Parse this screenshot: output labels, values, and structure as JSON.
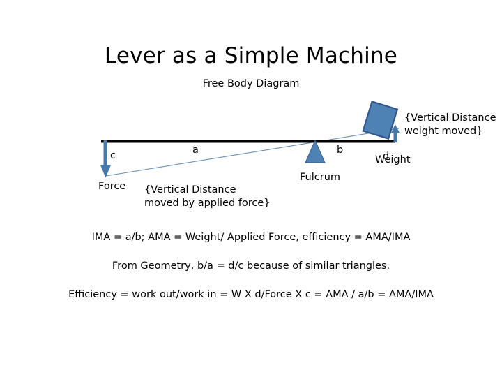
{
  "slide": {
    "title": "Lever as a Simple Machine",
    "subtitle": "Free Body Diagram",
    "background_color": "#ffffff",
    "text_color": "#000000"
  },
  "diagram": {
    "name": "lever-free-body-diagram",
    "colors": {
      "lever_bar": "#000000",
      "blue_fill": "#4e81b4",
      "blue_stroke": "#31588c",
      "thin_line": "#6a8fb5"
    },
    "labels": {
      "c": "c",
      "a": "a",
      "b": "b",
      "d": "d",
      "force": "Force",
      "fulcrum": "Fulcrum",
      "weight": "Weight"
    },
    "captions": {
      "left_line1": "{Vertical Distance",
      "left_line2": "moved by applied force}",
      "right_line1": "{Vertical Distance",
      "right_line2": "weight moved}"
    },
    "elements": {
      "lever_bar_label": "lever-bar",
      "force_arrow_label": "force-arrow-down",
      "weight_block_label": "weight-block",
      "fulcrum_label": "fulcrum-triangle",
      "distance_arrow_label": "weight-distance-arrow-up",
      "rotated_lever_label": "rotated-lever-line"
    }
  },
  "formulas": {
    "line1": "IMA = a/b; AMA = Weight/ Applied Force,  efficiency = AMA/IMA",
    "line2": "From Geometry,  b/a = d/c  because of similar triangles.",
    "line3": "Efficiency  = work out/work in = W X d/Force X c = AMA / a/b = AMA/IMA"
  }
}
